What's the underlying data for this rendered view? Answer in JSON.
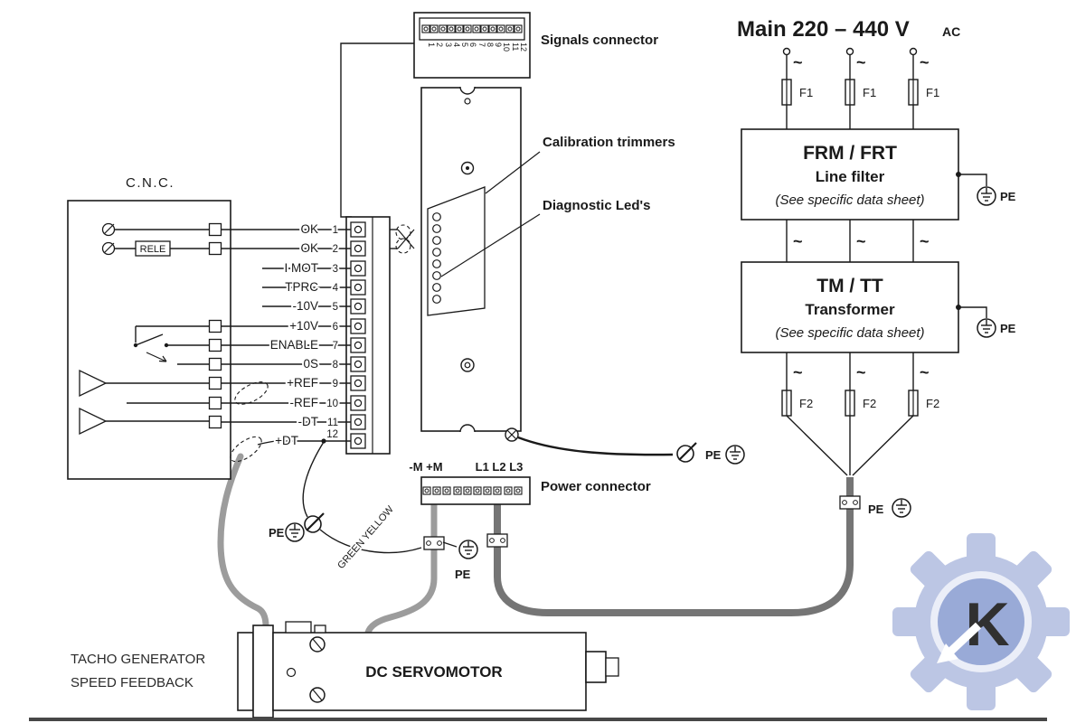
{
  "diagram": {
    "labels": {
      "signals_connector": "Signals connector",
      "calibration_trimmers": "Calibration trimmers",
      "diagnostic_leds": "Diagnostic Led's",
      "power_connector": "Power connector",
      "cnc": "C.N.C.",
      "rele": "RELE",
      "green_yellow": "GREEN YELLOW",
      "pe": "PE",
      "ac_wave": "~",
      "tacho_line1": "TACHO GENERATOR",
      "tacho_line2": "SPEED FEEDBACK",
      "dc_servomotor": "DC SERVOMOTOR"
    },
    "mains": {
      "title": "Main  220 – 440 V",
      "title_sub": "AC",
      "fuse_f1": "F1",
      "fuse_f2": "F2"
    },
    "line_filter": {
      "title": "FRM / FRT",
      "subtitle": "Line filter",
      "note": "(See specific data sheet)"
    },
    "transformer": {
      "title": "TM / TT",
      "subtitle": "Transformer",
      "note": "(See specific data sheet)"
    },
    "signals": [
      {
        "pin": "1",
        "label": "OK"
      },
      {
        "pin": "2",
        "label": "OK"
      },
      {
        "pin": "3",
        "label": "I MOT"
      },
      {
        "pin": "4",
        "label": "TPRC"
      },
      {
        "pin": "5",
        "label": "-10V"
      },
      {
        "pin": "6",
        "label": "+10V"
      },
      {
        "pin": "7",
        "label": "ENABLE"
      },
      {
        "pin": "8",
        "label": "0S"
      },
      {
        "pin": "9",
        "label": "+REF"
      },
      {
        "pin": "10",
        "label": "-REF"
      },
      {
        "pin": "11",
        "label": "-DT"
      },
      {
        "pin": "12",
        "label": "+DT"
      }
    ],
    "power_terminals": {
      "motor": "-M +M",
      "mains": "L1 L2 L3"
    },
    "watermark_letter": "K"
  }
}
